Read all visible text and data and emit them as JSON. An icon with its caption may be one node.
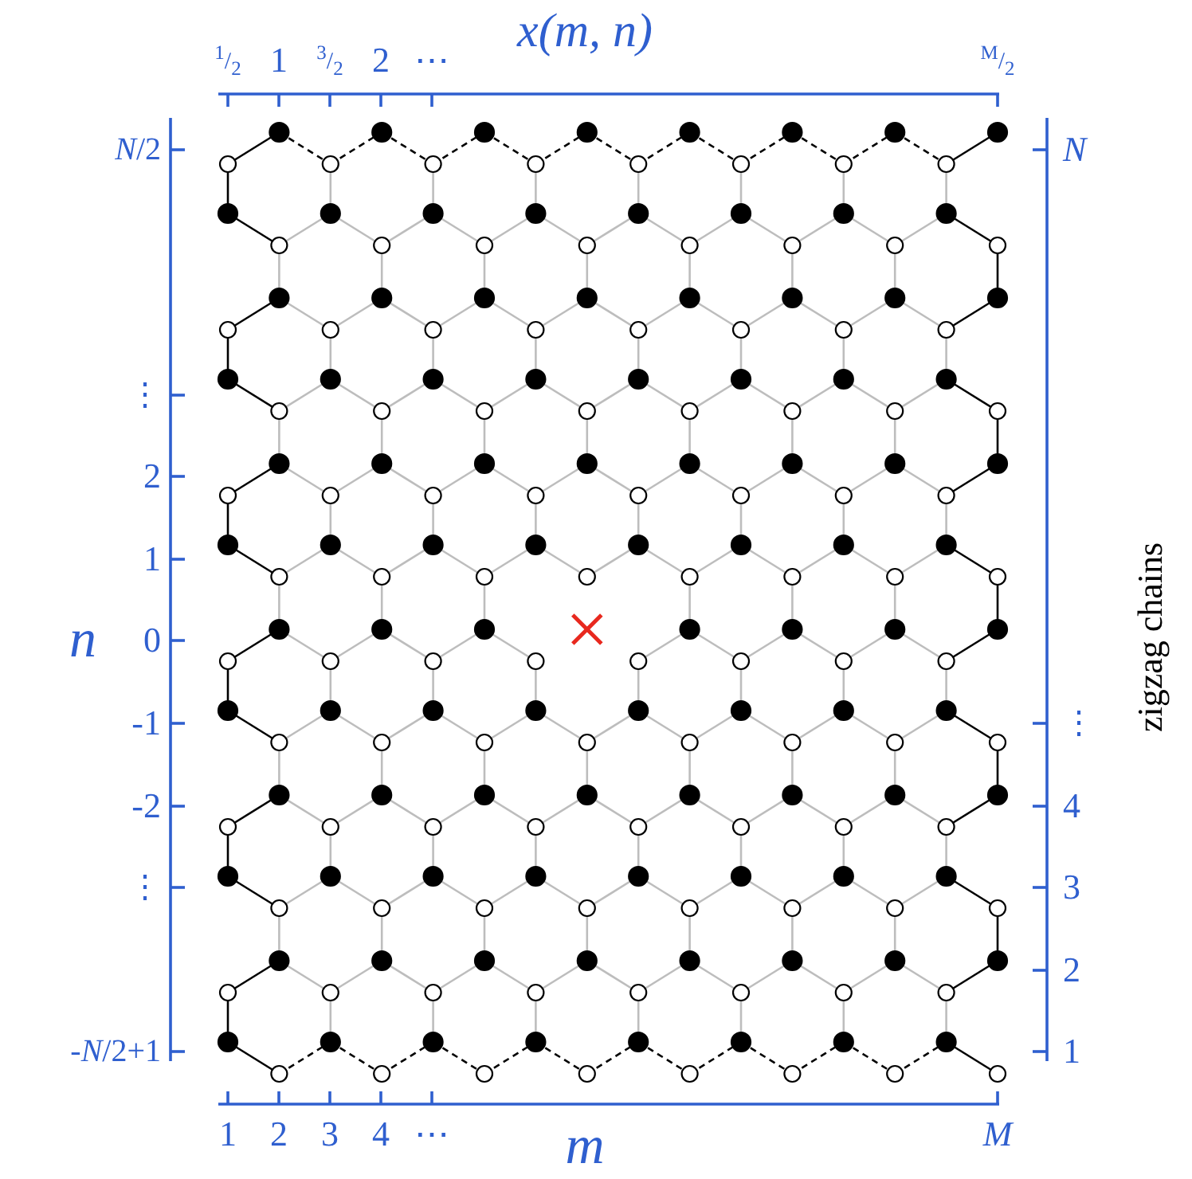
{
  "diagram": {
    "labels": [
      "x(m, n)",
      "$^{1}$/$_{2}$",
      "1",
      "$^{3}$/$_{2}$",
      "2",
      "⋯",
      "$^{M}$/$_{2}$",
      "*N*/2",
      "⋮",
      "2",
      "1",
      "0",
      "-1",
      "-2",
      "⋮",
      "-*N*/2+1",
      "n",
      "*N*",
      "⋮",
      "4",
      "3",
      "2",
      "1",
      "zigzag chains",
      "1",
      "2",
      "3",
      "4",
      "⋯",
      "*M*",
      "m"
    ]
  }
}
